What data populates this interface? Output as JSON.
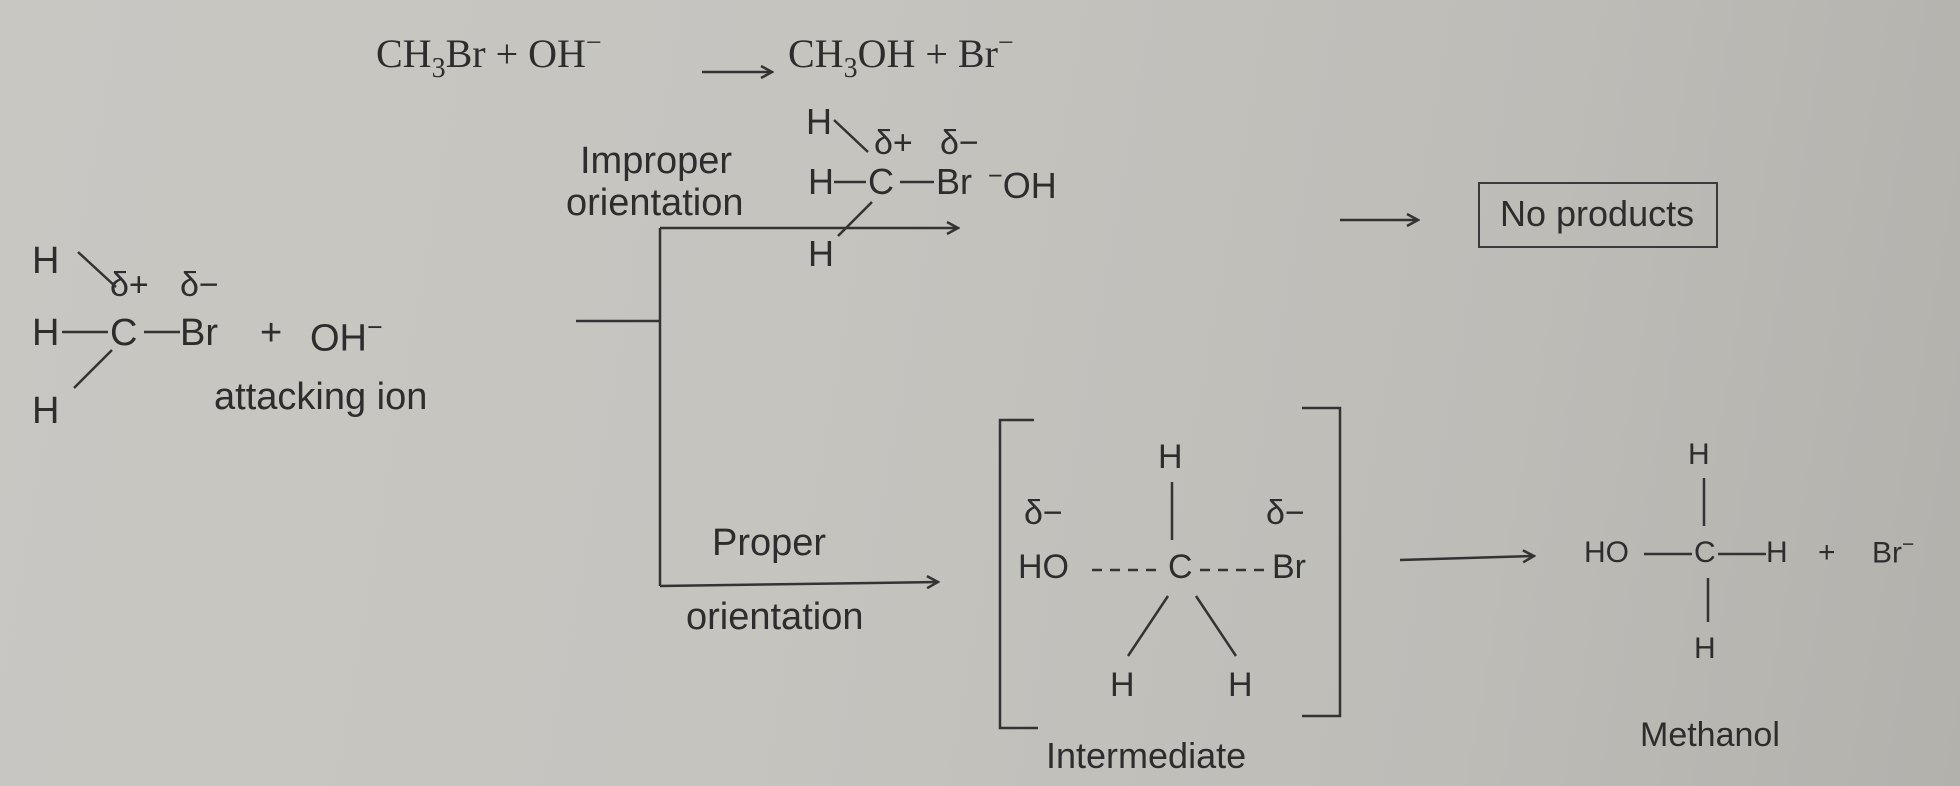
{
  "equation": {
    "reactant1": "CH",
    "reactant1_sub": "3",
    "reactant1_tail": "Br",
    "plus1": "+",
    "reactant2": "OH",
    "reactant2_charge": "−",
    "product1": "CH",
    "product1_sub": "3",
    "product1_tail": "OH",
    "plus2": "+",
    "product2": "Br",
    "product2_charge": "−"
  },
  "reactant": {
    "h_top": "H",
    "h_left": "H",
    "h_bottom": "H",
    "carbon": "C",
    "bromine": "Br",
    "delta_plus": "δ+",
    "delta_minus": "δ−",
    "plus": "+",
    "hydroxide": "OH",
    "hydroxide_charge": "−",
    "attacking_label": "attacking ion"
  },
  "improper_branch": {
    "label_line1": "Improper",
    "label_line2": "orientation",
    "h_top": "H",
    "h_left": "H",
    "h_bottom": "H",
    "carbon": "C",
    "bromine": "Br",
    "hydroxide": "OH",
    "hydroxide_charge": "−",
    "delta_plus": "δ+",
    "delta_minus": "δ−",
    "result": "No products"
  },
  "proper_branch": {
    "label_line1": "Proper",
    "label_line2": "orientation",
    "intermediate": {
      "h_top": "H",
      "ho": "HO",
      "carbon": "C",
      "bromine": "Br",
      "delta_minus_left": "δ−",
      "delta_minus_right": "δ−",
      "h_bottom_left": "H",
      "h_bottom_right": "H",
      "caption": "Intermediate"
    },
    "product": {
      "h_top": "H",
      "ho": "HO",
      "carbon": "C",
      "h_right": "H",
      "h_bottom": "H",
      "plus": "+",
      "bromide": "Br",
      "bromide_charge": "−",
      "caption": "Methanol"
    }
  }
}
